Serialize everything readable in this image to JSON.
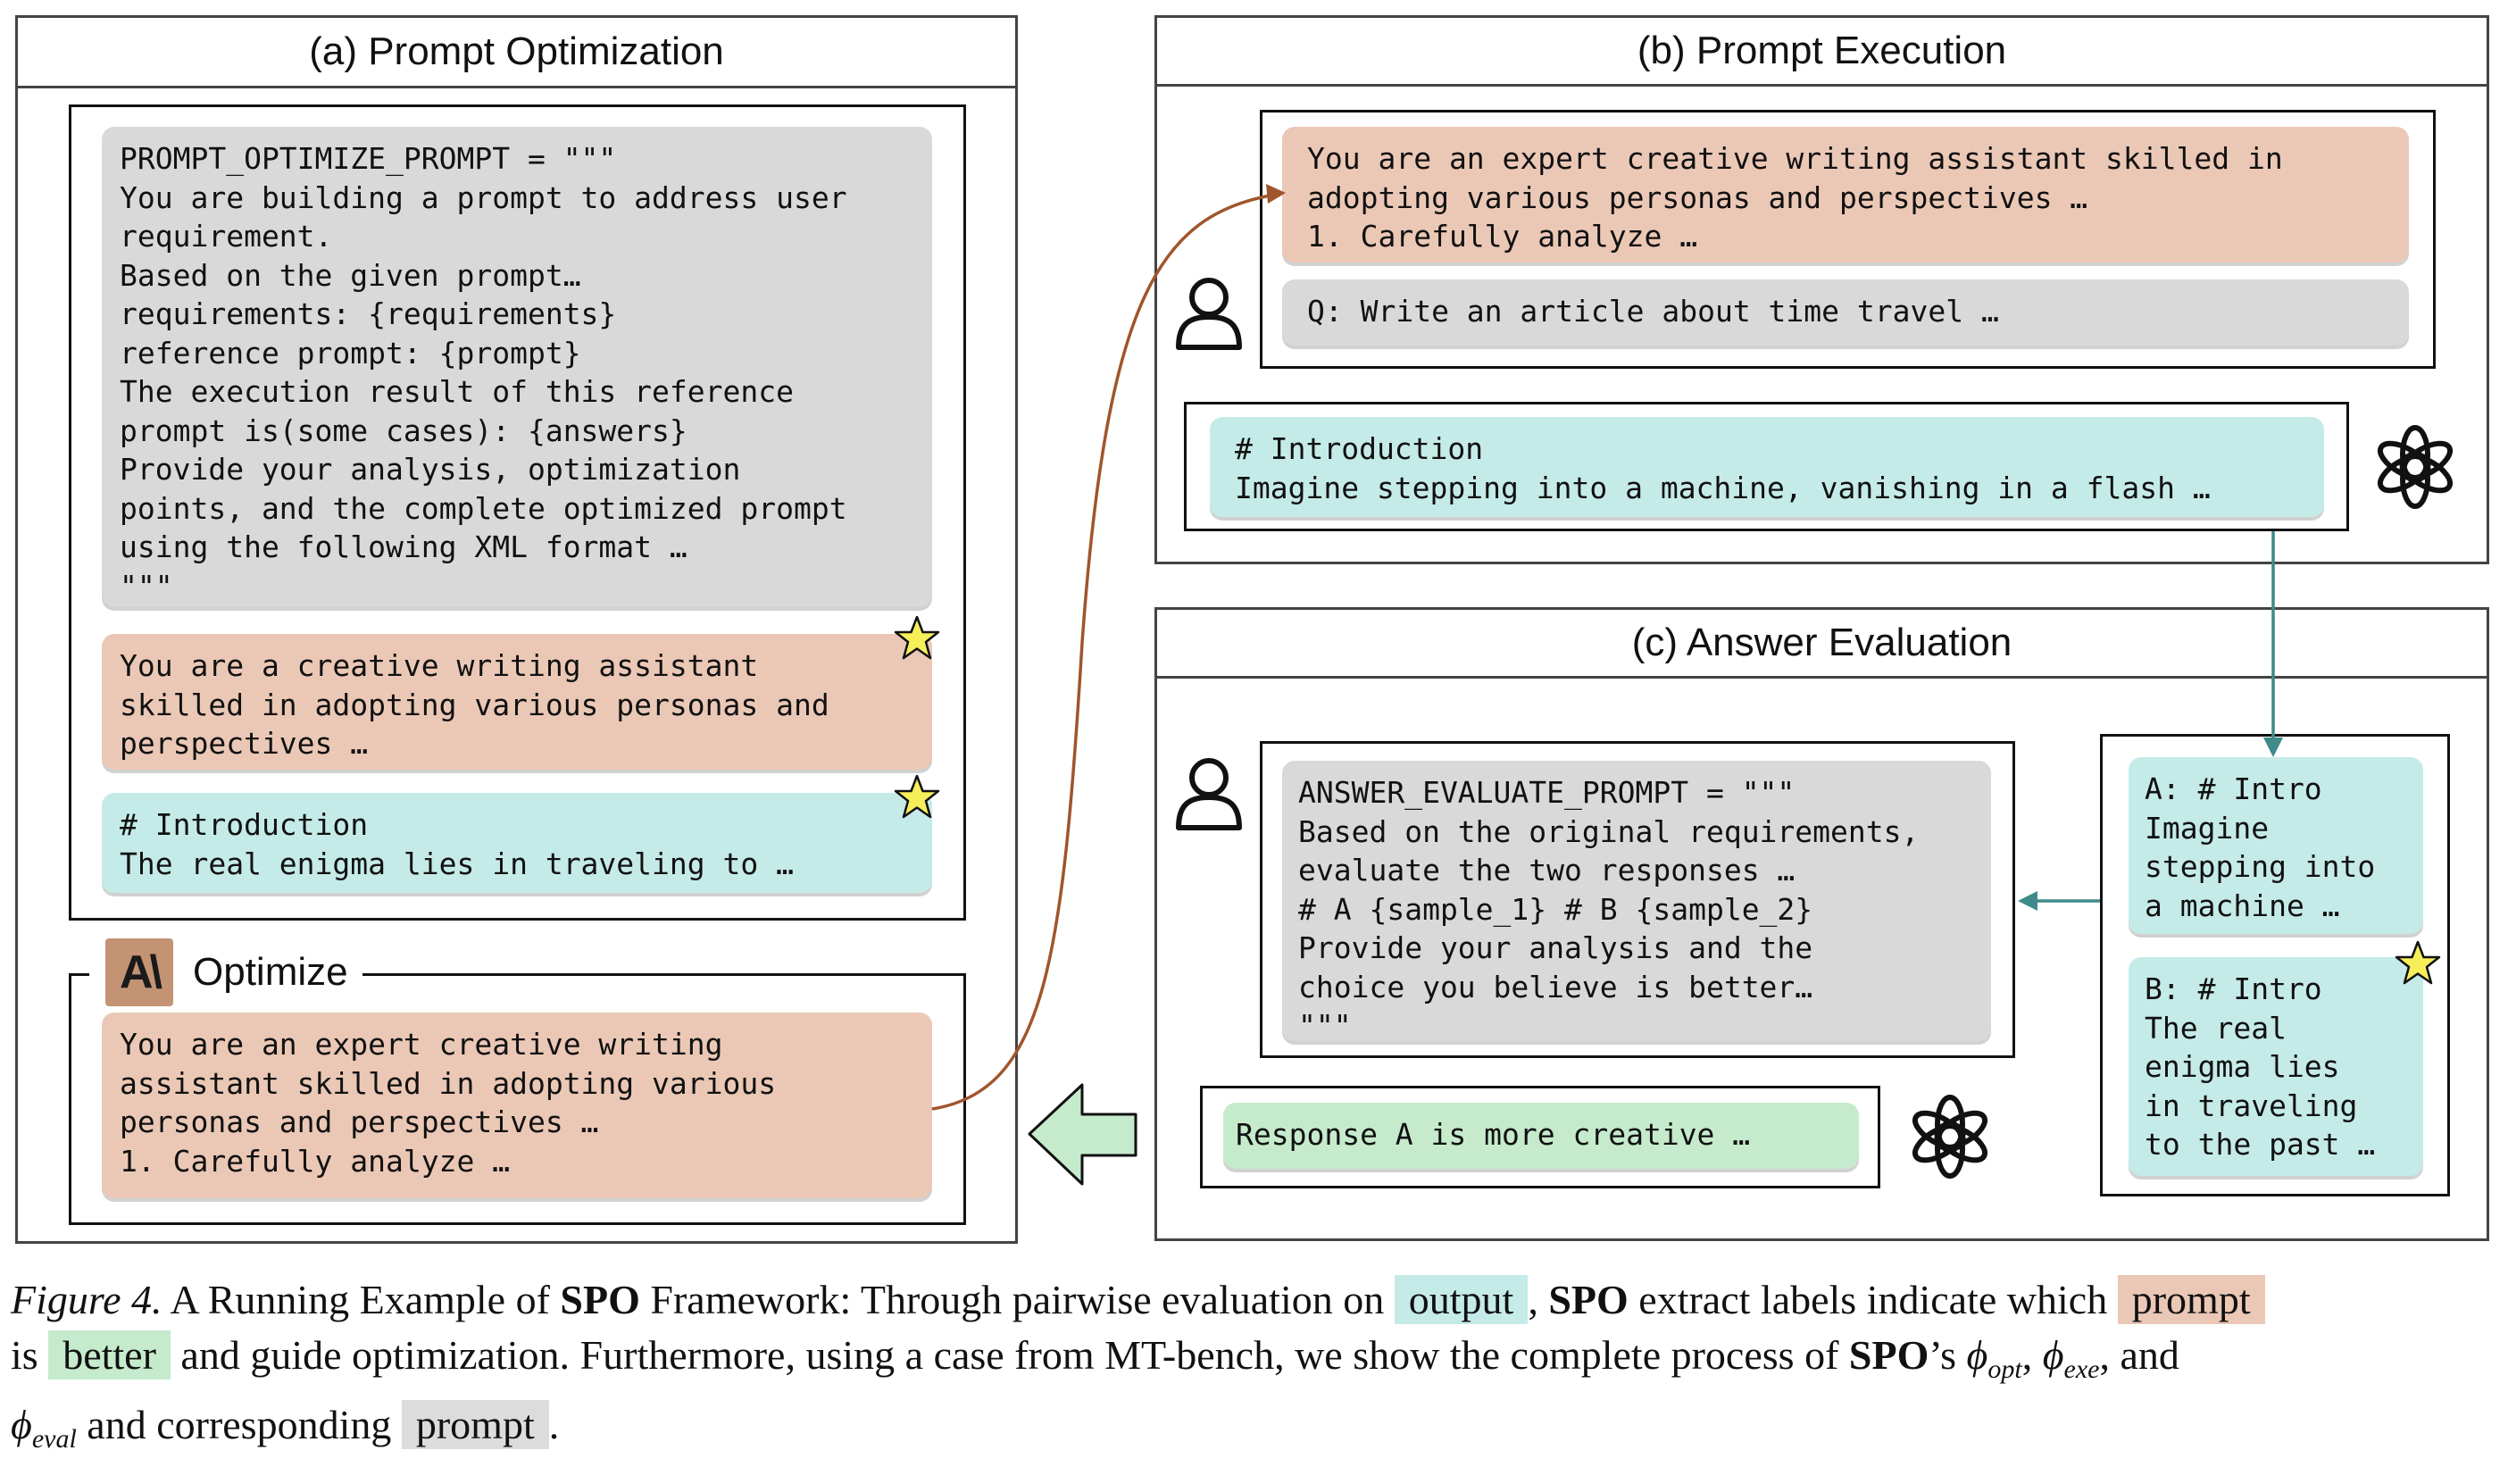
{
  "panels": {
    "opt_title": "(a) Prompt Optimization",
    "exe_title": "(b) Prompt Execution",
    "eval_title": "(c) Answer Evaluation"
  },
  "optimization": {
    "meta_prompt": "PROMPT_OPTIMIZE_PROMPT = \"\"\"\nYou are building a prompt to address user\nrequirement.\nBased on the given prompt…\nrequirements: {requirements}\nreference prompt: {prompt}\nThe execution result of this reference\nprompt is(some cases): {answers}\nProvide your analysis, optimization\npoints, and the complete optimized prompt\nusing the following XML format …\n\"\"\"",
    "best_prompt": "You are a creative writing assistant\nskilled in adopting various personas and\nperspectives …",
    "best_output": "# Introduction\nThe real enigma lies in traveling to …",
    "optimize_label": "Optimize",
    "optimize_logo_text": "A\\",
    "optimized_prompt": "You are an expert creative writing\nassistant skilled in adopting various\npersonas and perspectives …\n1. Carefully analyze …"
  },
  "execution": {
    "prompt": "You are an expert creative writing assistant skilled in\nadopting various personas and perspectives …\n1. Carefully analyze …",
    "question": "Q: Write an article about time travel …",
    "response": "# Introduction\nImagine stepping into a machine, vanishing in a flash …"
  },
  "evaluation": {
    "eval_prompt": "ANSWER_EVALUATE_PROMPT = \"\"\"\nBased on the original requirements,\nevaluate the two responses …\n# A {sample_1} # B {sample_2}\nProvide your analysis and the\nchoice you believe is better…\n\"\"\"",
    "judgement": "Response A is more creative …",
    "sample_a": "A: # Intro\nImagine\nstepping into\na machine …",
    "sample_b": "B: # Intro\nThe real\nenigma lies\nin traveling\nto the past …"
  },
  "caption": {
    "fig": "Figure 4.",
    "t1": " A Running Example of ",
    "spo1": "SPO",
    "t2": " Framework: Through pairwise evaluation on ",
    "w_output": "output",
    "t3": ", ",
    "spo2": "SPO",
    "t4": " extract labels indicate which ",
    "w_prompt": "prompt",
    "t5": "is ",
    "w_better": "better",
    "t6": " and guide optimization. Furthermore, using a case from MT-bench, we show the complete process of ",
    "spo3": "SPO",
    "t7": "’s ",
    "phi1": "ϕ",
    "sub1": "opt",
    "sep1": ", ",
    "phi2": "ϕ",
    "sub2": "exe",
    "sep2": ", and",
    "phi3": "ϕ",
    "sub3": "eval",
    "t8": " and corresponding ",
    "w_prompt2": "prompt",
    "t9": "."
  },
  "colors": {
    "gray_card": "#d9d9d9",
    "peach_card": "#ebc8b6",
    "cyan_card": "#c5ebe8",
    "green_card": "#c5ebcc",
    "star": "#f7ef5a",
    "teal_arrow": "#3f8a8a",
    "brown_arrow": "#a0552c"
  }
}
